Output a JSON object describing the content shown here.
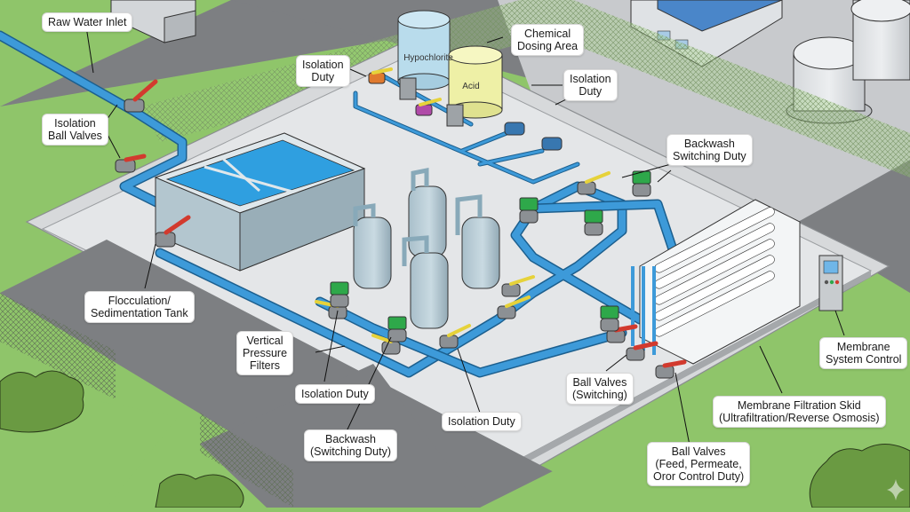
{
  "title": "Water Treatment Plant – Isometric Process Overview",
  "colors": {
    "grass": "#8fc56a",
    "grass_dark": "#6ea84c",
    "road": "#7d7f82",
    "concrete": "#d7d9db",
    "pad": "#e4e6e8",
    "pipe": "#3d9ad9",
    "pipe_outline": "#1c5f8e",
    "water": "#2f9fe0",
    "tank_steel": "#b9cdd6",
    "valve_red": "#d23a2e",
    "valve_yellow": "#e6d23a",
    "actuator_green": "#2ea84a",
    "hypochlorite_tank": "#b9dcec",
    "acid_tank": "#eef0a6",
    "building_roof": "#4a86c9",
    "bush": "#6a9a42"
  },
  "equipment": {
    "hypochlorite_tank_label": "Hypochlorite",
    "acid_tank_label": "Acid"
  },
  "callouts": [
    {
      "id": "raw-water-inlet",
      "lines": [
        "Raw Water Inlet"
      ]
    },
    {
      "id": "isolation-ball-valves",
      "lines": [
        "Isolation",
        "Ball Valves"
      ]
    },
    {
      "id": "isolation-duty-chem-left",
      "lines": [
        "Isolation",
        "Duty"
      ]
    },
    {
      "id": "chemical-dosing-area",
      "lines": [
        "Chemical",
        "Dosing Area"
      ]
    },
    {
      "id": "isolation-duty-chem-right",
      "lines": [
        "Isolation",
        "Duty"
      ]
    },
    {
      "id": "backwash-switching-duty-top",
      "lines": [
        "Backwash",
        "Switching Duty"
      ]
    },
    {
      "id": "flocculation-sedimentation-tank",
      "lines": [
        "Flocculation/",
        "Sedimentation Tank"
      ]
    },
    {
      "id": "vertical-pressure-filters",
      "lines": [
        "Vertical",
        "Pressure",
        "Filters"
      ]
    },
    {
      "id": "isolation-duty-left",
      "lines": [
        "Isolation Duty"
      ]
    },
    {
      "id": "backwash-switching-duty-bottom",
      "lines": [
        "Backwash",
        "(Switching Duty)"
      ]
    },
    {
      "id": "isolation-duty-center",
      "lines": [
        "Isolation Duty"
      ]
    },
    {
      "id": "ball-valves-switching",
      "lines": [
        "Ball Valves",
        "(Switching)"
      ]
    },
    {
      "id": "membrane-system-control",
      "lines": [
        "Membrane",
        "System Control"
      ]
    },
    {
      "id": "membrane-filtration-skid",
      "lines": [
        "Membrane Filtration Skid",
        "(Ultrafiltration/Reverse Osmosis)"
      ]
    },
    {
      "id": "ball-valves-feed-permeate",
      "lines": [
        "Ball Valves",
        "(Feed, Permeate,",
        "Oror Control Duty)"
      ]
    }
  ]
}
